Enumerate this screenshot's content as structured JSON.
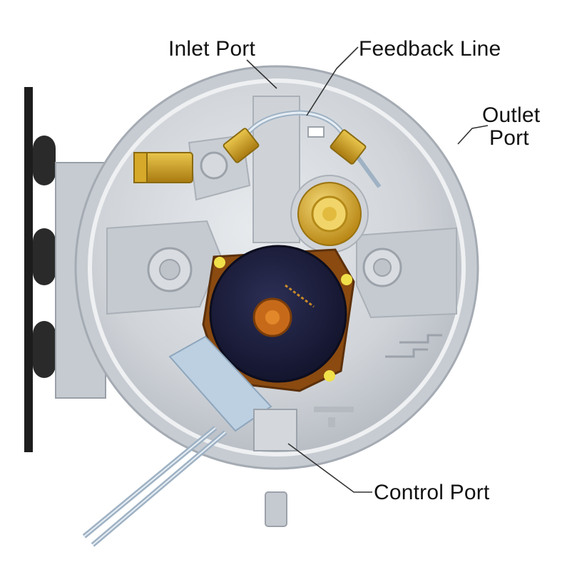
{
  "labels": {
    "inlet_port": "Inlet Port",
    "feedback_line": "Feedback Line",
    "outlet_port_line1": "Outlet",
    "outlet_port_line2": "Port",
    "control_port": "Control Port"
  },
  "colors": {
    "housing": "#d3d7dc",
    "housing_shadow": "#b8bdc4",
    "brass": "#c99a1c",
    "brass_light": "#e7c34a",
    "diaphragm": "#1b1c3a",
    "flange": "#a55a12",
    "bracket": "#1d1d1d",
    "leader": "#333333"
  }
}
